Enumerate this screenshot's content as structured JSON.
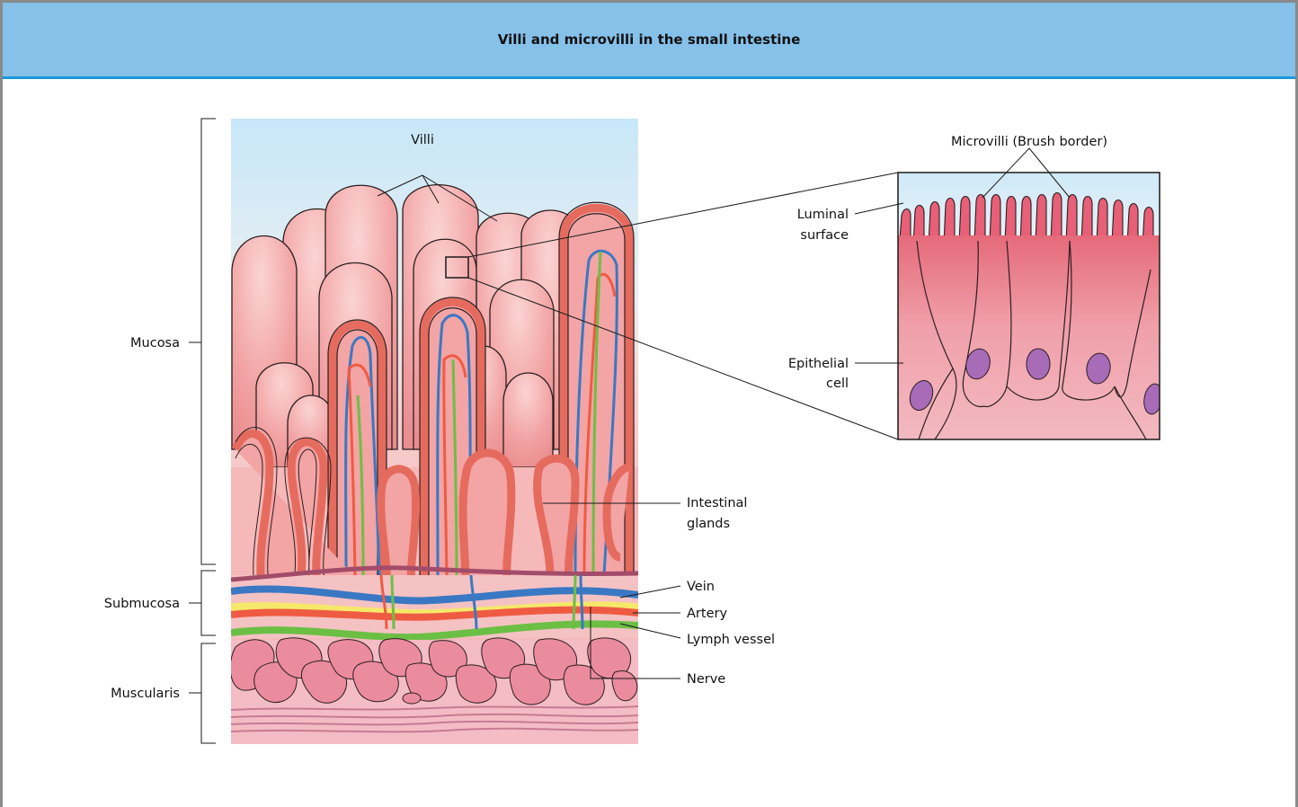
{
  "title": "Villi and microvilli in the small intestine",
  "labels": {
    "villi": "Villi",
    "mucosa": "Mucosa",
    "submucosa": "Submucosa",
    "muscularis": "Muscularis",
    "intestinal_glands_1": "Intestinal",
    "intestinal_glands_2": "glands",
    "vein": "Vein",
    "artery": "Artery",
    "lymph_vessel": "Lymph vessel",
    "nerve": "Nerve",
    "microvilli": "Microvilli (Brush border)",
    "luminal_1": "Luminal",
    "luminal_2": "surface",
    "epithelial_1": "Epithelial",
    "epithelial_2": "cell"
  },
  "colors": {
    "header_bg": "#86c1ea",
    "header_rule": "#1a9ad6",
    "tissue": "#f1a2a3",
    "tissue_outline": "#e56b5e",
    "vein": "#3a78c4",
    "artery": "#ef5b42",
    "lymph": "#6cbf45",
    "nerve": "#f5e86a",
    "nucleus": "#a86bb8"
  }
}
